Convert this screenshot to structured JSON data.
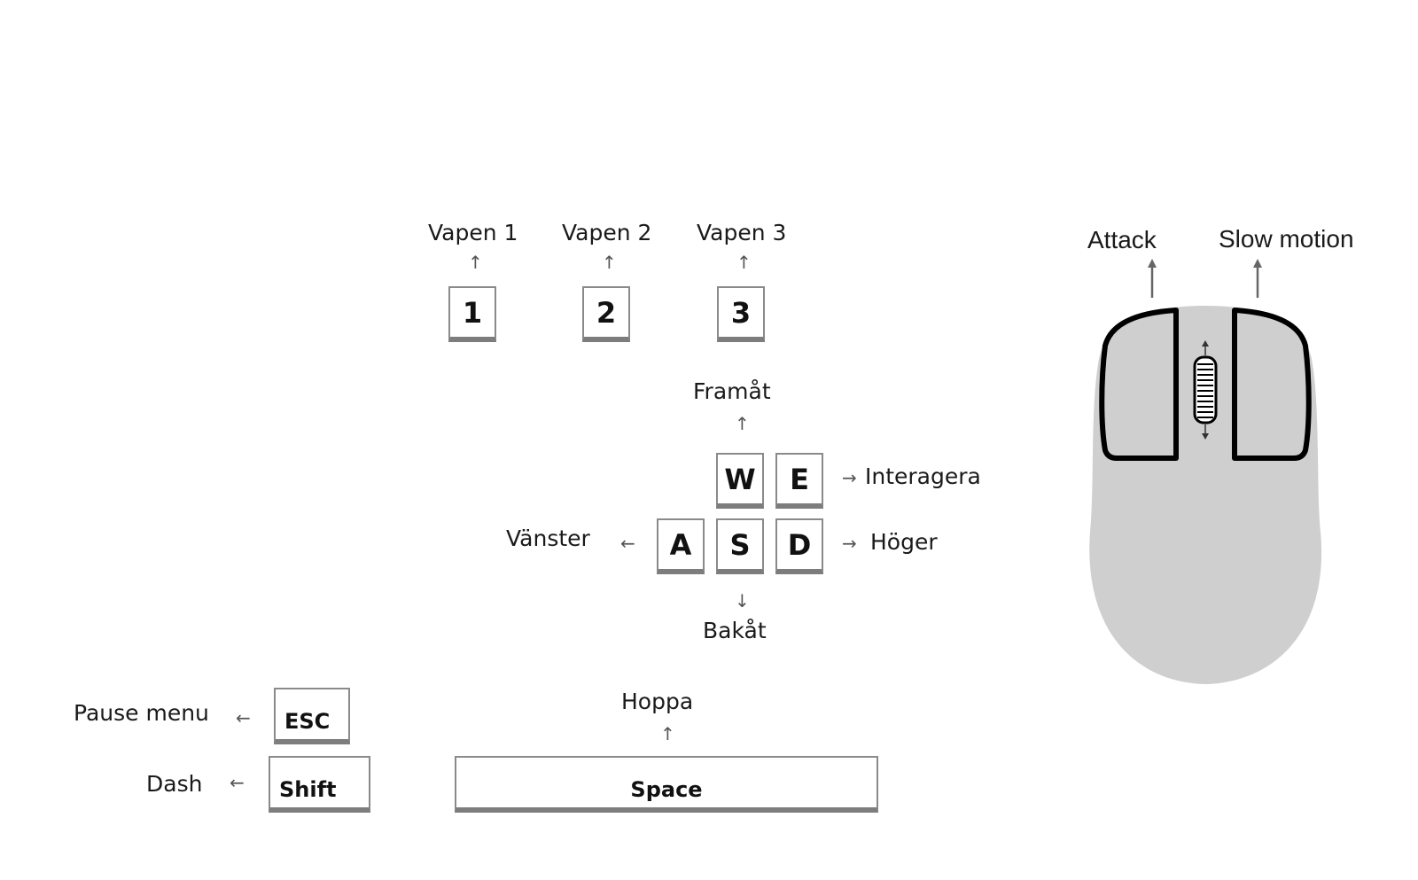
{
  "weapons": [
    {
      "key": "1",
      "label": "Vapen 1"
    },
    {
      "key": "2",
      "label": "Vapen 2"
    },
    {
      "key": "3",
      "label": "Vapen 3"
    }
  ],
  "movement": {
    "w": {
      "key": "W",
      "label": "Framåt"
    },
    "e": {
      "key": "E",
      "label": "Interagera"
    },
    "a": {
      "key": "A",
      "label": "Vänster"
    },
    "s": {
      "key": "S",
      "label": "Bakåt"
    },
    "d": {
      "key": "D",
      "label": "Höger"
    }
  },
  "system": {
    "esc": {
      "key": "ESC",
      "label": "Pause menu"
    },
    "shift": {
      "key": "Shift",
      "label": "Dash"
    },
    "space": {
      "key": "Space",
      "label": "Hoppa"
    }
  },
  "mouse": {
    "left_label": "Attack",
    "right_label": "Slow motion"
  },
  "arrows": {
    "up": "↑",
    "down": "↓",
    "left": "←",
    "right": "→"
  },
  "colors": {
    "key_border": "#8a8a8a",
    "mouse_body": "#cfcfcf",
    "mouse_outline": "#000000"
  }
}
